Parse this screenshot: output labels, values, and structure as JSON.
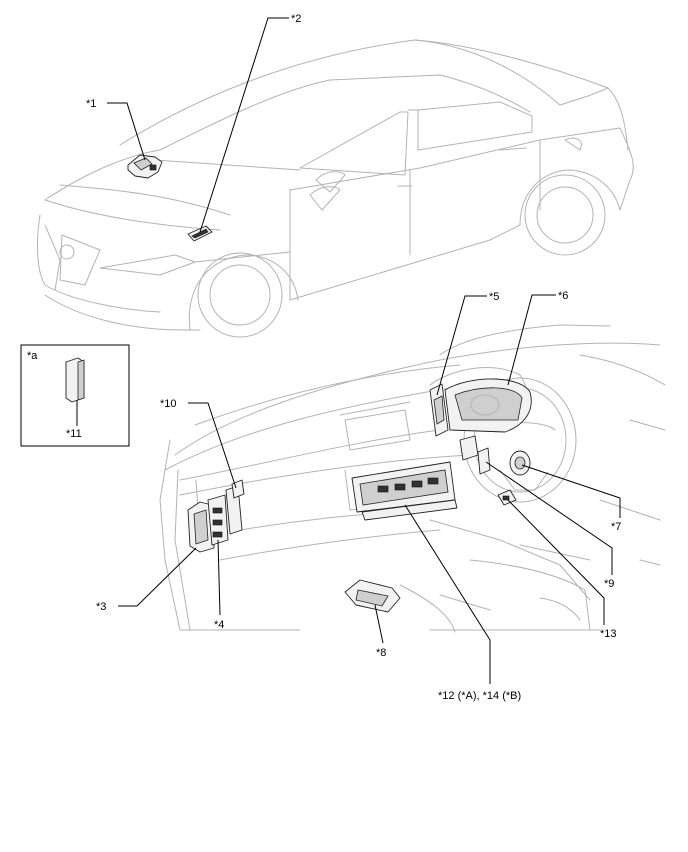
{
  "labels": {
    "l1": "*1",
    "l2": "*2",
    "l3": "*3",
    "l4": "*4",
    "l5": "*5",
    "l6": "*6",
    "l7": "*7",
    "l8": "*8",
    "l9": "*9",
    "l10": "*10",
    "l11": "*11",
    "l12_14": "*12 (*A), *14 (*B)",
    "l13": "*13",
    "inset_a": "*a"
  }
}
